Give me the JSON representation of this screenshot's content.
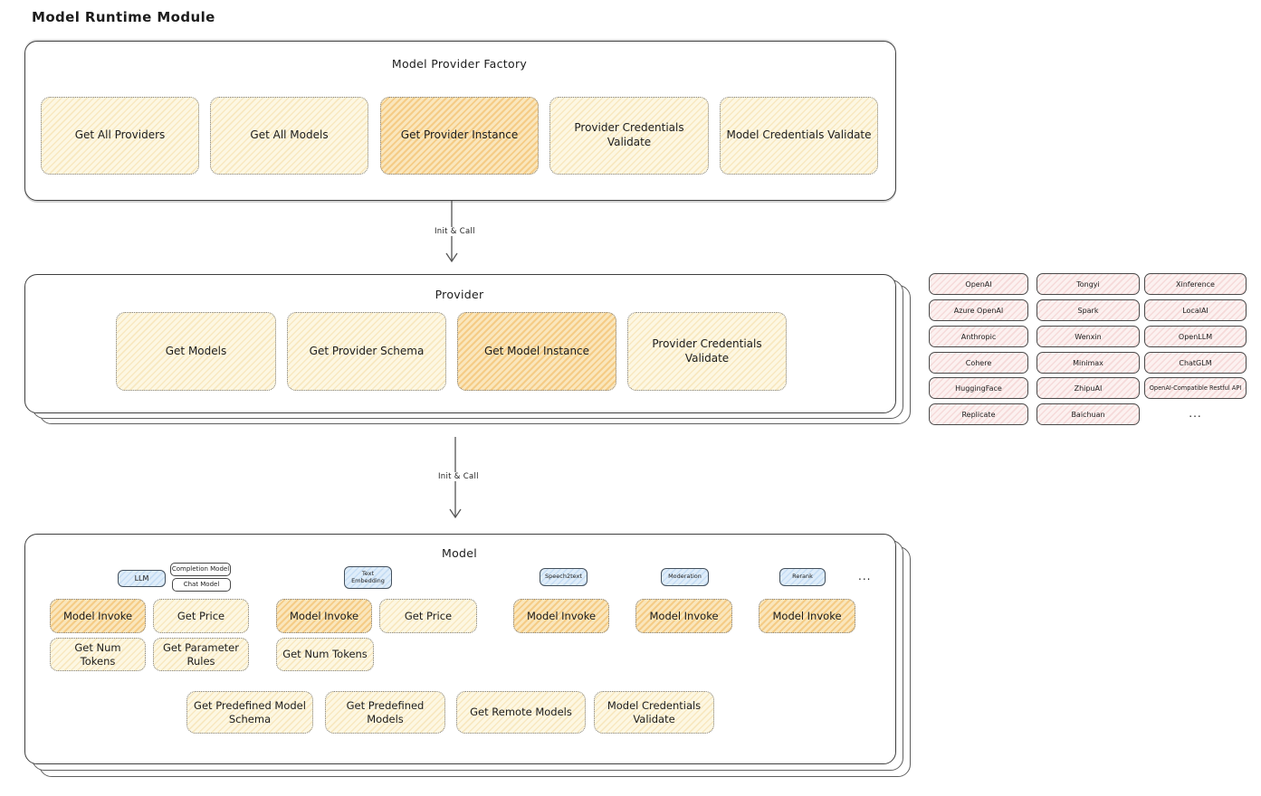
{
  "title": "Model Runtime Module",
  "arrows": [
    {
      "label": "Init & Call"
    },
    {
      "label": "Init & Call"
    }
  ],
  "factory": {
    "title": "Model Provider Factory",
    "buttons": [
      {
        "label": "Get All Providers",
        "highlighted": false
      },
      {
        "label": "Get All Models",
        "highlighted": false
      },
      {
        "label": "Get Provider Instance",
        "highlighted": true
      },
      {
        "label": "Provider Credentials Validate",
        "highlighted": false
      },
      {
        "label": "Model Credentials Validate",
        "highlighted": false
      }
    ]
  },
  "provider": {
    "title": "Provider",
    "buttons": [
      {
        "label": "Get Models",
        "highlighted": false
      },
      {
        "label": "Get Provider Schema",
        "highlighted": false
      },
      {
        "label": "Get Model Instance",
        "highlighted": true
      },
      {
        "label": "Provider Credentials Validate",
        "highlighted": false
      }
    ]
  },
  "providers_grid": {
    "items": [
      "OpenAI",
      "Tongyi",
      "Xinference",
      "Azure OpenAI",
      "Spark",
      "LocalAI",
      "Anthropic",
      "Wenxin",
      "OpenLLM",
      "Cohere",
      "Minimax",
      "ChatGLM",
      "HuggingFace",
      "ZhipuAI",
      "OpenAI-Compatible Restful API",
      "Replicate",
      "Baichuan"
    ],
    "more": "..."
  },
  "model": {
    "title": "Model",
    "more": "...",
    "groups": [
      {
        "tag": "LLM",
        "subtags": [
          "Completion Model",
          "Chat Model"
        ],
        "buttons": [
          "Model Invoke",
          "Get Price",
          "Get Num Tokens",
          "Get Parameter Rules"
        ]
      },
      {
        "tag": "Text Embedding",
        "buttons": [
          "Model Invoke",
          "Get Price",
          "Get Num Tokens"
        ]
      },
      {
        "tag": "Speech2text",
        "buttons": [
          "Model Invoke"
        ]
      },
      {
        "tag": "Moderation",
        "buttons": [
          "Model Invoke"
        ]
      },
      {
        "tag": "Rerank",
        "buttons": [
          "Model Invoke"
        ]
      }
    ],
    "bottom_buttons": [
      "Get Predefined Model Schema",
      "Get Predefined Models",
      "Get Remote Models",
      "Model Credentials Validate"
    ]
  },
  "colors": {
    "cream": "#FDF7E2",
    "highlight": "#F5C878",
    "pink": "#FCF1F0",
    "blue": "#DFEDFA",
    "border": "#3F3F3F"
  }
}
